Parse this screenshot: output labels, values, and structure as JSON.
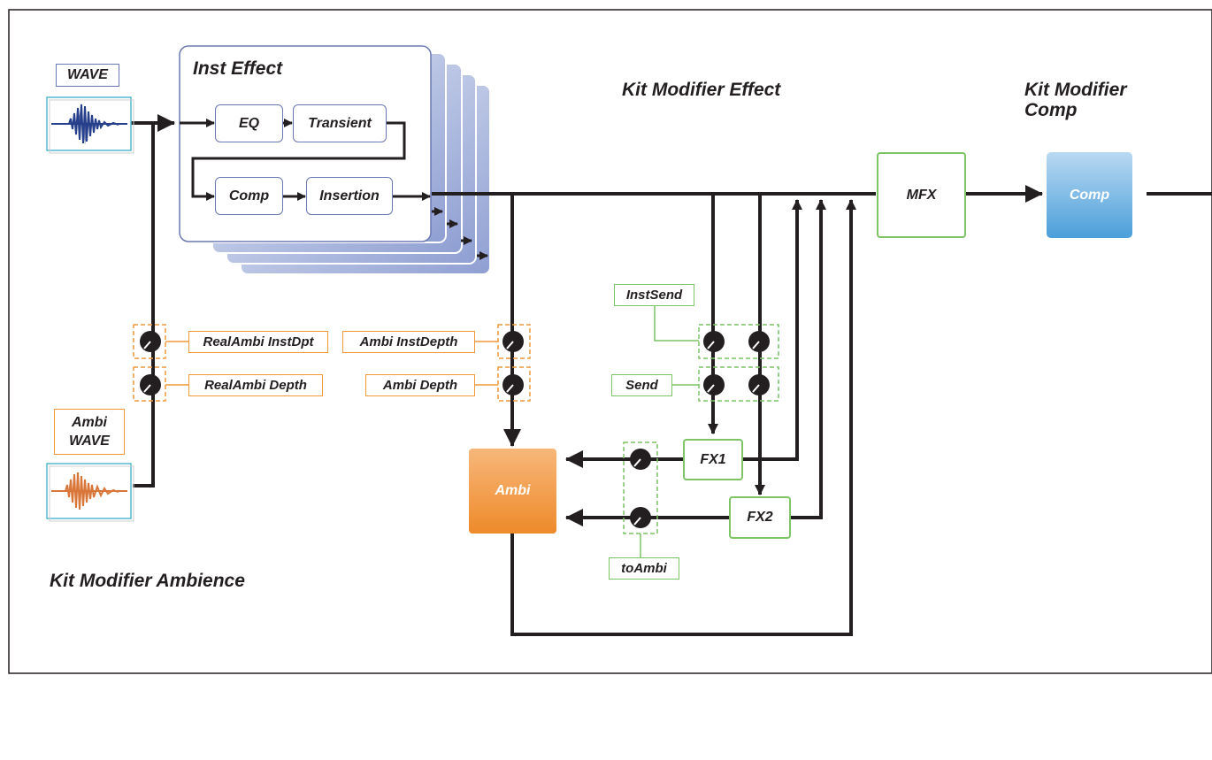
{
  "colors": {
    "line": "#231f20",
    "inst_effect_border": "#6a78b4",
    "fx_green": "#7cc464",
    "ambi_orange": "#f09a3c",
    "ambi_fill": "#f29436",
    "comp_fill": "#6fb3e2",
    "wave_blue": "#27408b",
    "wave_orange": "#d9773a"
  },
  "icons": {
    "wave": "waveform-icon",
    "ambi_wave": "waveform-icon",
    "knob": "knob-icon"
  },
  "sections": {
    "inst_effect": "Inst Effect",
    "kit_modifier_effect": "Kit Modifier Effect",
    "kit_modifier_comp_line1": "Kit Modifier",
    "kit_modifier_comp_line2": "Comp",
    "kit_modifier_ambience": "Kit Modifier Ambience"
  },
  "sources": {
    "wave": "WAVE",
    "ambi_wave_line1": "Ambi",
    "ambi_wave_line2": "WAVE"
  },
  "blocks": {
    "eq": "EQ",
    "transient": "Transient",
    "comp": "Comp",
    "insertion": "Insertion",
    "mfx": "MFX",
    "kit_comp": "Comp",
    "ambi": "Ambi",
    "fx1": "FX1",
    "fx2": "FX2"
  },
  "labels": {
    "real_ambi_inst_dpt": "RealAmbi InstDpt",
    "real_ambi_depth": "RealAmbi Depth",
    "ambi_inst_depth": "Ambi InstDepth",
    "ambi_depth": "Ambi Depth",
    "inst_send": "InstSend",
    "send": "Send",
    "to_ambi": "toAmbi"
  }
}
